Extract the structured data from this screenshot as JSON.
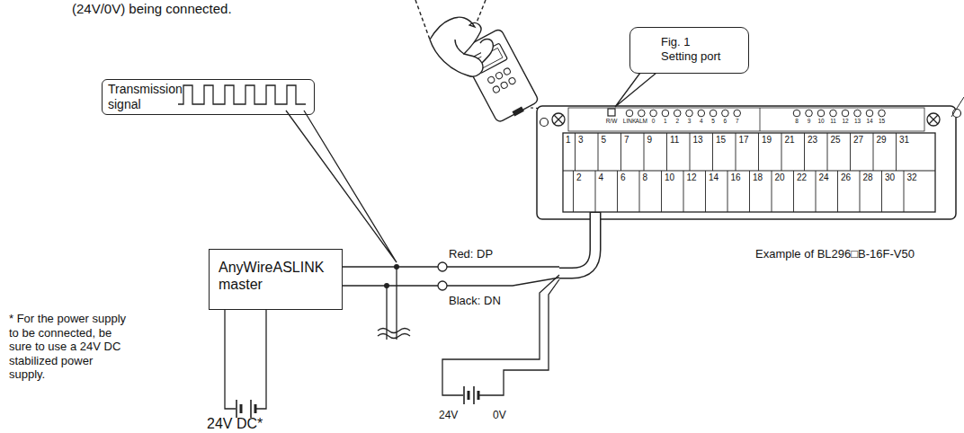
{
  "diagram": {
    "nodes": [
      {
        "text": [
          "Fig. 1",
          "Setting port"
        ]
      },
      {
        "text": [
          "Transmission signal"
        ]
      },
      {
        "text": [
          "AnyWireASLINK master"
        ]
      }
    ],
    "labels": [
      "(24V/0V) being connected.",
      "R/W",
      "LINK",
      "ALM",
      "0",
      "1",
      "2",
      "3",
      "4",
      "5",
      "6",
      "7",
      "8",
      "9",
      "10",
      "11",
      "12",
      "13",
      "14",
      "15",
      "1",
      "2",
      "3",
      "4",
      "5",
      "6",
      "7",
      "8",
      "9",
      "10",
      "11",
      "12",
      "13",
      "14",
      "15",
      "16",
      "17",
      "18",
      "19",
      "20",
      "21",
      "22",
      "23",
      "24",
      "25",
      "26",
      "27",
      "28",
      "29",
      "30",
      "31",
      "32",
      "Example of BL296□B-16F-V50",
      "Red: DP",
      "Black: DN",
      "24V DC*",
      "24V",
      "0V",
      "* For the power supply to be connected, be sure to use a 24V DC stabilized power supply."
    ]
  }
}
